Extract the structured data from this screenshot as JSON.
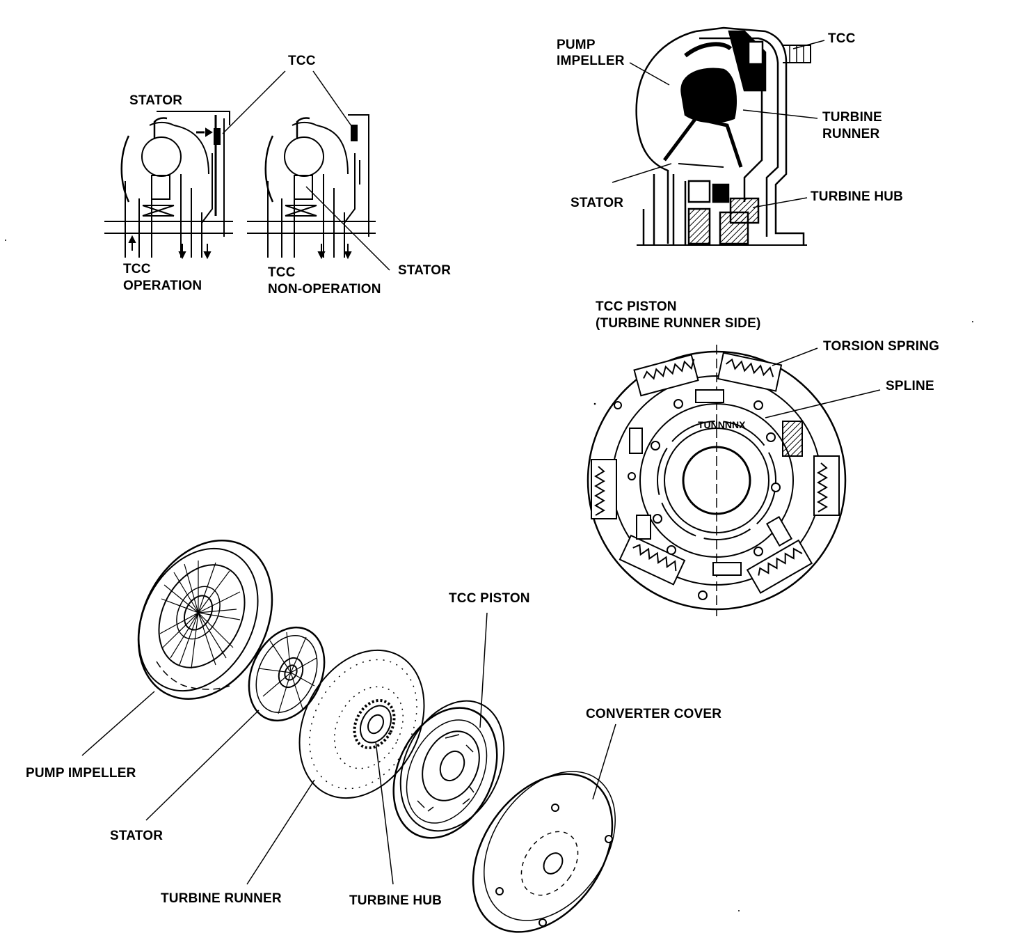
{
  "labels": {
    "schematic": {
      "tcc": "TCC",
      "stator_top": "STATOR",
      "stator_right": "STATOR",
      "operation_line1": "TCC",
      "operation_line2": "OPERATION",
      "non_operation_line1": "TCC",
      "non_operation_line2": "NON-OPERATION"
    },
    "cross_section": {
      "pump_impeller_line1": "PUMP",
      "pump_impeller_line2": "IMPELLER",
      "tcc": "TCC",
      "turbine_runner_line1": "TURBINE",
      "turbine_runner_line2": "RUNNER",
      "stator": "STATOR",
      "turbine_hub": "TURBINE HUB"
    },
    "piston_view": {
      "title_line1": "TCC PISTON",
      "title_line2": "(TURBINE RUNNER SIDE)",
      "torsion_spring": "TORSION SPRING",
      "spline": "SPLINE"
    },
    "exploded": {
      "tcc_piston": "TCC PISTON",
      "converter_cover": "CONVERTER COVER",
      "pump_impeller": "PUMP IMPELLER",
      "stator": "STATOR",
      "turbine_runner": "TURBINE RUNNER",
      "turbine_hub": "TURBINE HUB"
    }
  }
}
